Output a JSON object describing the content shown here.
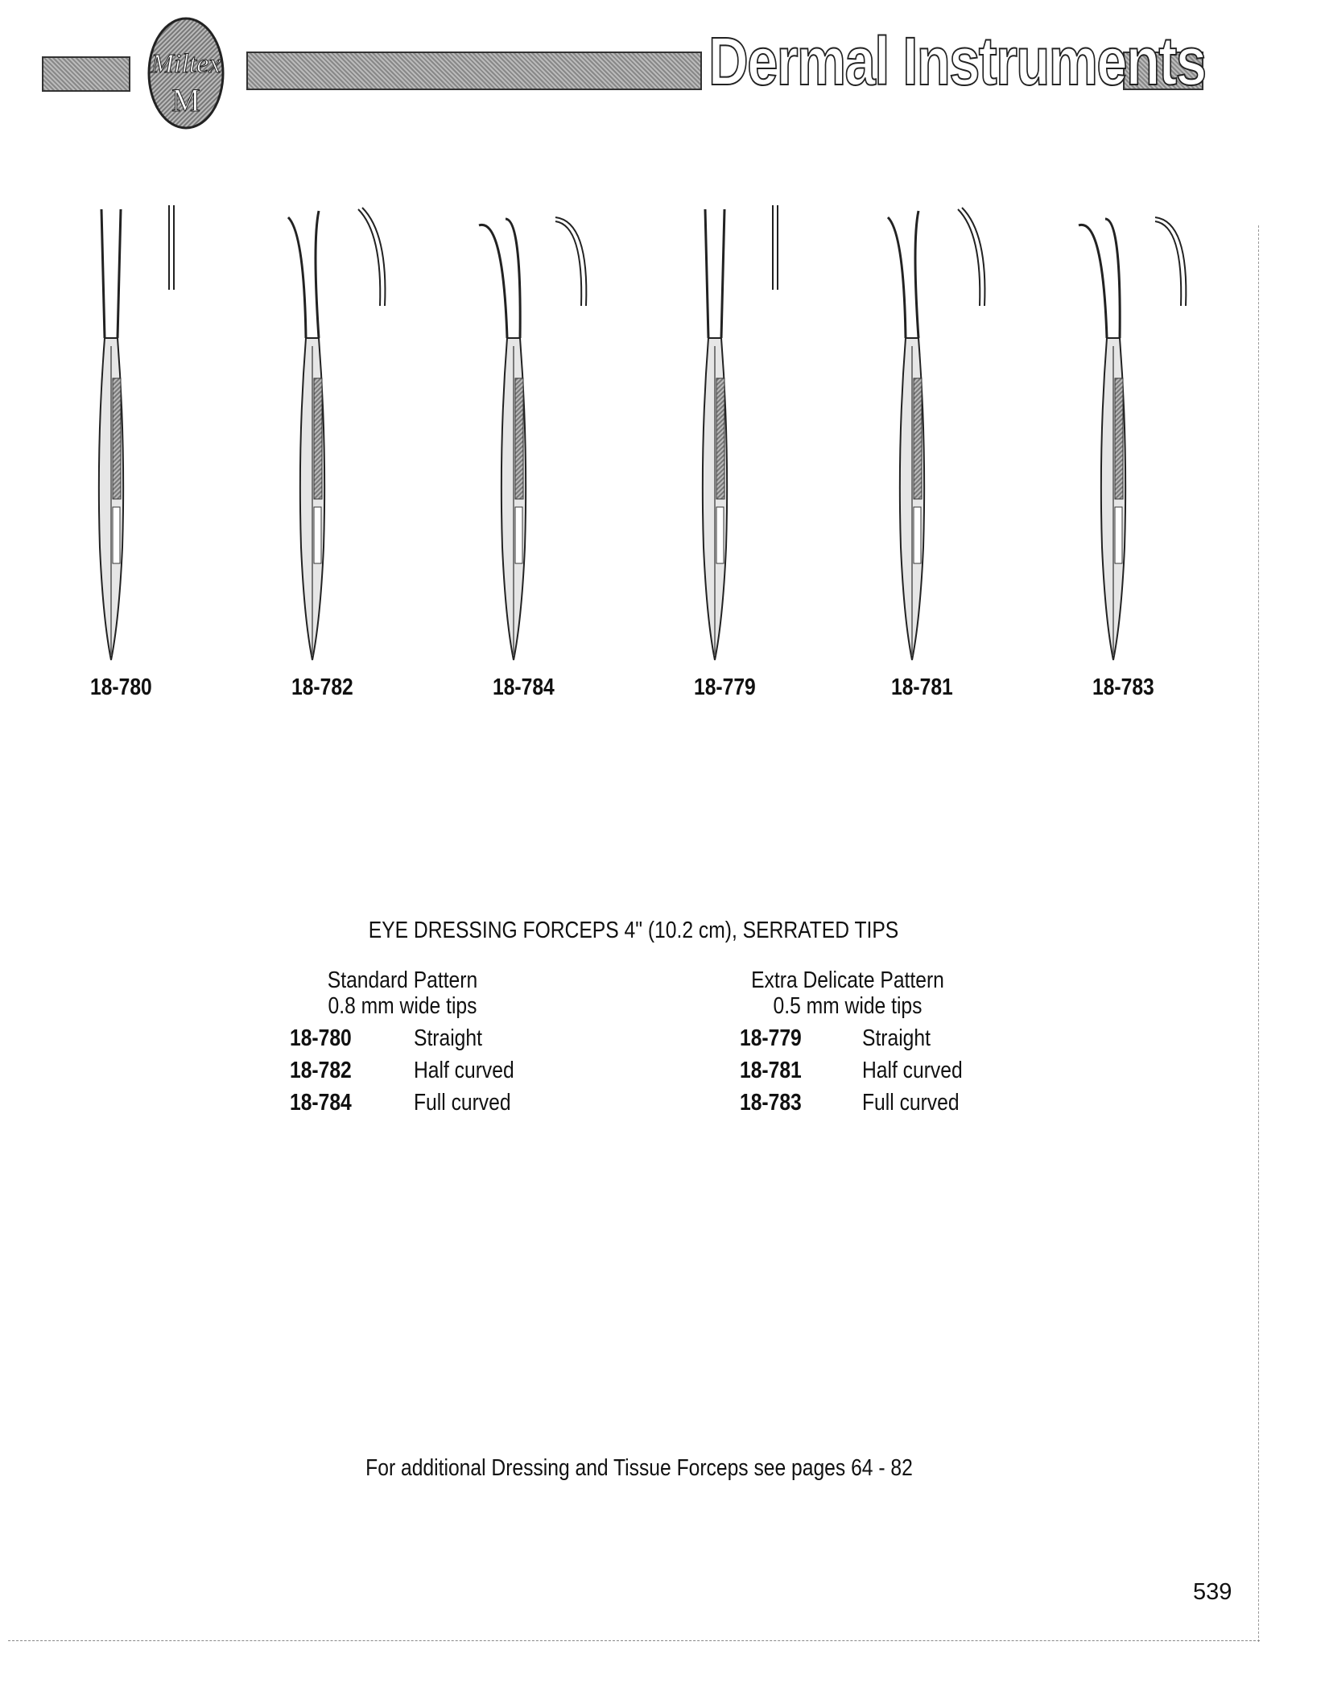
{
  "header": {
    "brand": "Miltex M",
    "title": "Dermal Instruments"
  },
  "instruments": [
    {
      "code": "18-780",
      "shape": "straight"
    },
    {
      "code": "18-782",
      "shape": "half-curved"
    },
    {
      "code": "18-784",
      "shape": "full-curved"
    },
    {
      "code": "18-779",
      "shape": "straight"
    },
    {
      "code": "18-781",
      "shape": "half-curved"
    },
    {
      "code": "18-783",
      "shape": "full-curved"
    }
  ],
  "product": {
    "heading": "EYE DRESSING FORCEPS 4\" (10.2 cm), SERRATED TIPS",
    "groups": [
      {
        "name": "Standard Pattern",
        "tips": "0.8 mm wide tips",
        "items": [
          {
            "code": "18-780",
            "desc": "Straight"
          },
          {
            "code": "18-782",
            "desc": "Half curved"
          },
          {
            "code": "18-784",
            "desc": "Full curved"
          }
        ]
      },
      {
        "name": "Extra Delicate Pattern",
        "tips": "0.5 mm wide tips",
        "items": [
          {
            "code": "18-779",
            "desc": "Straight"
          },
          {
            "code": "18-781",
            "desc": "Half curved"
          },
          {
            "code": "18-783",
            "desc": "Full curved"
          }
        ]
      }
    ]
  },
  "footer": {
    "note": "For additional Dressing and Tissue Forceps see pages 64 - 82",
    "page_number": "539"
  }
}
